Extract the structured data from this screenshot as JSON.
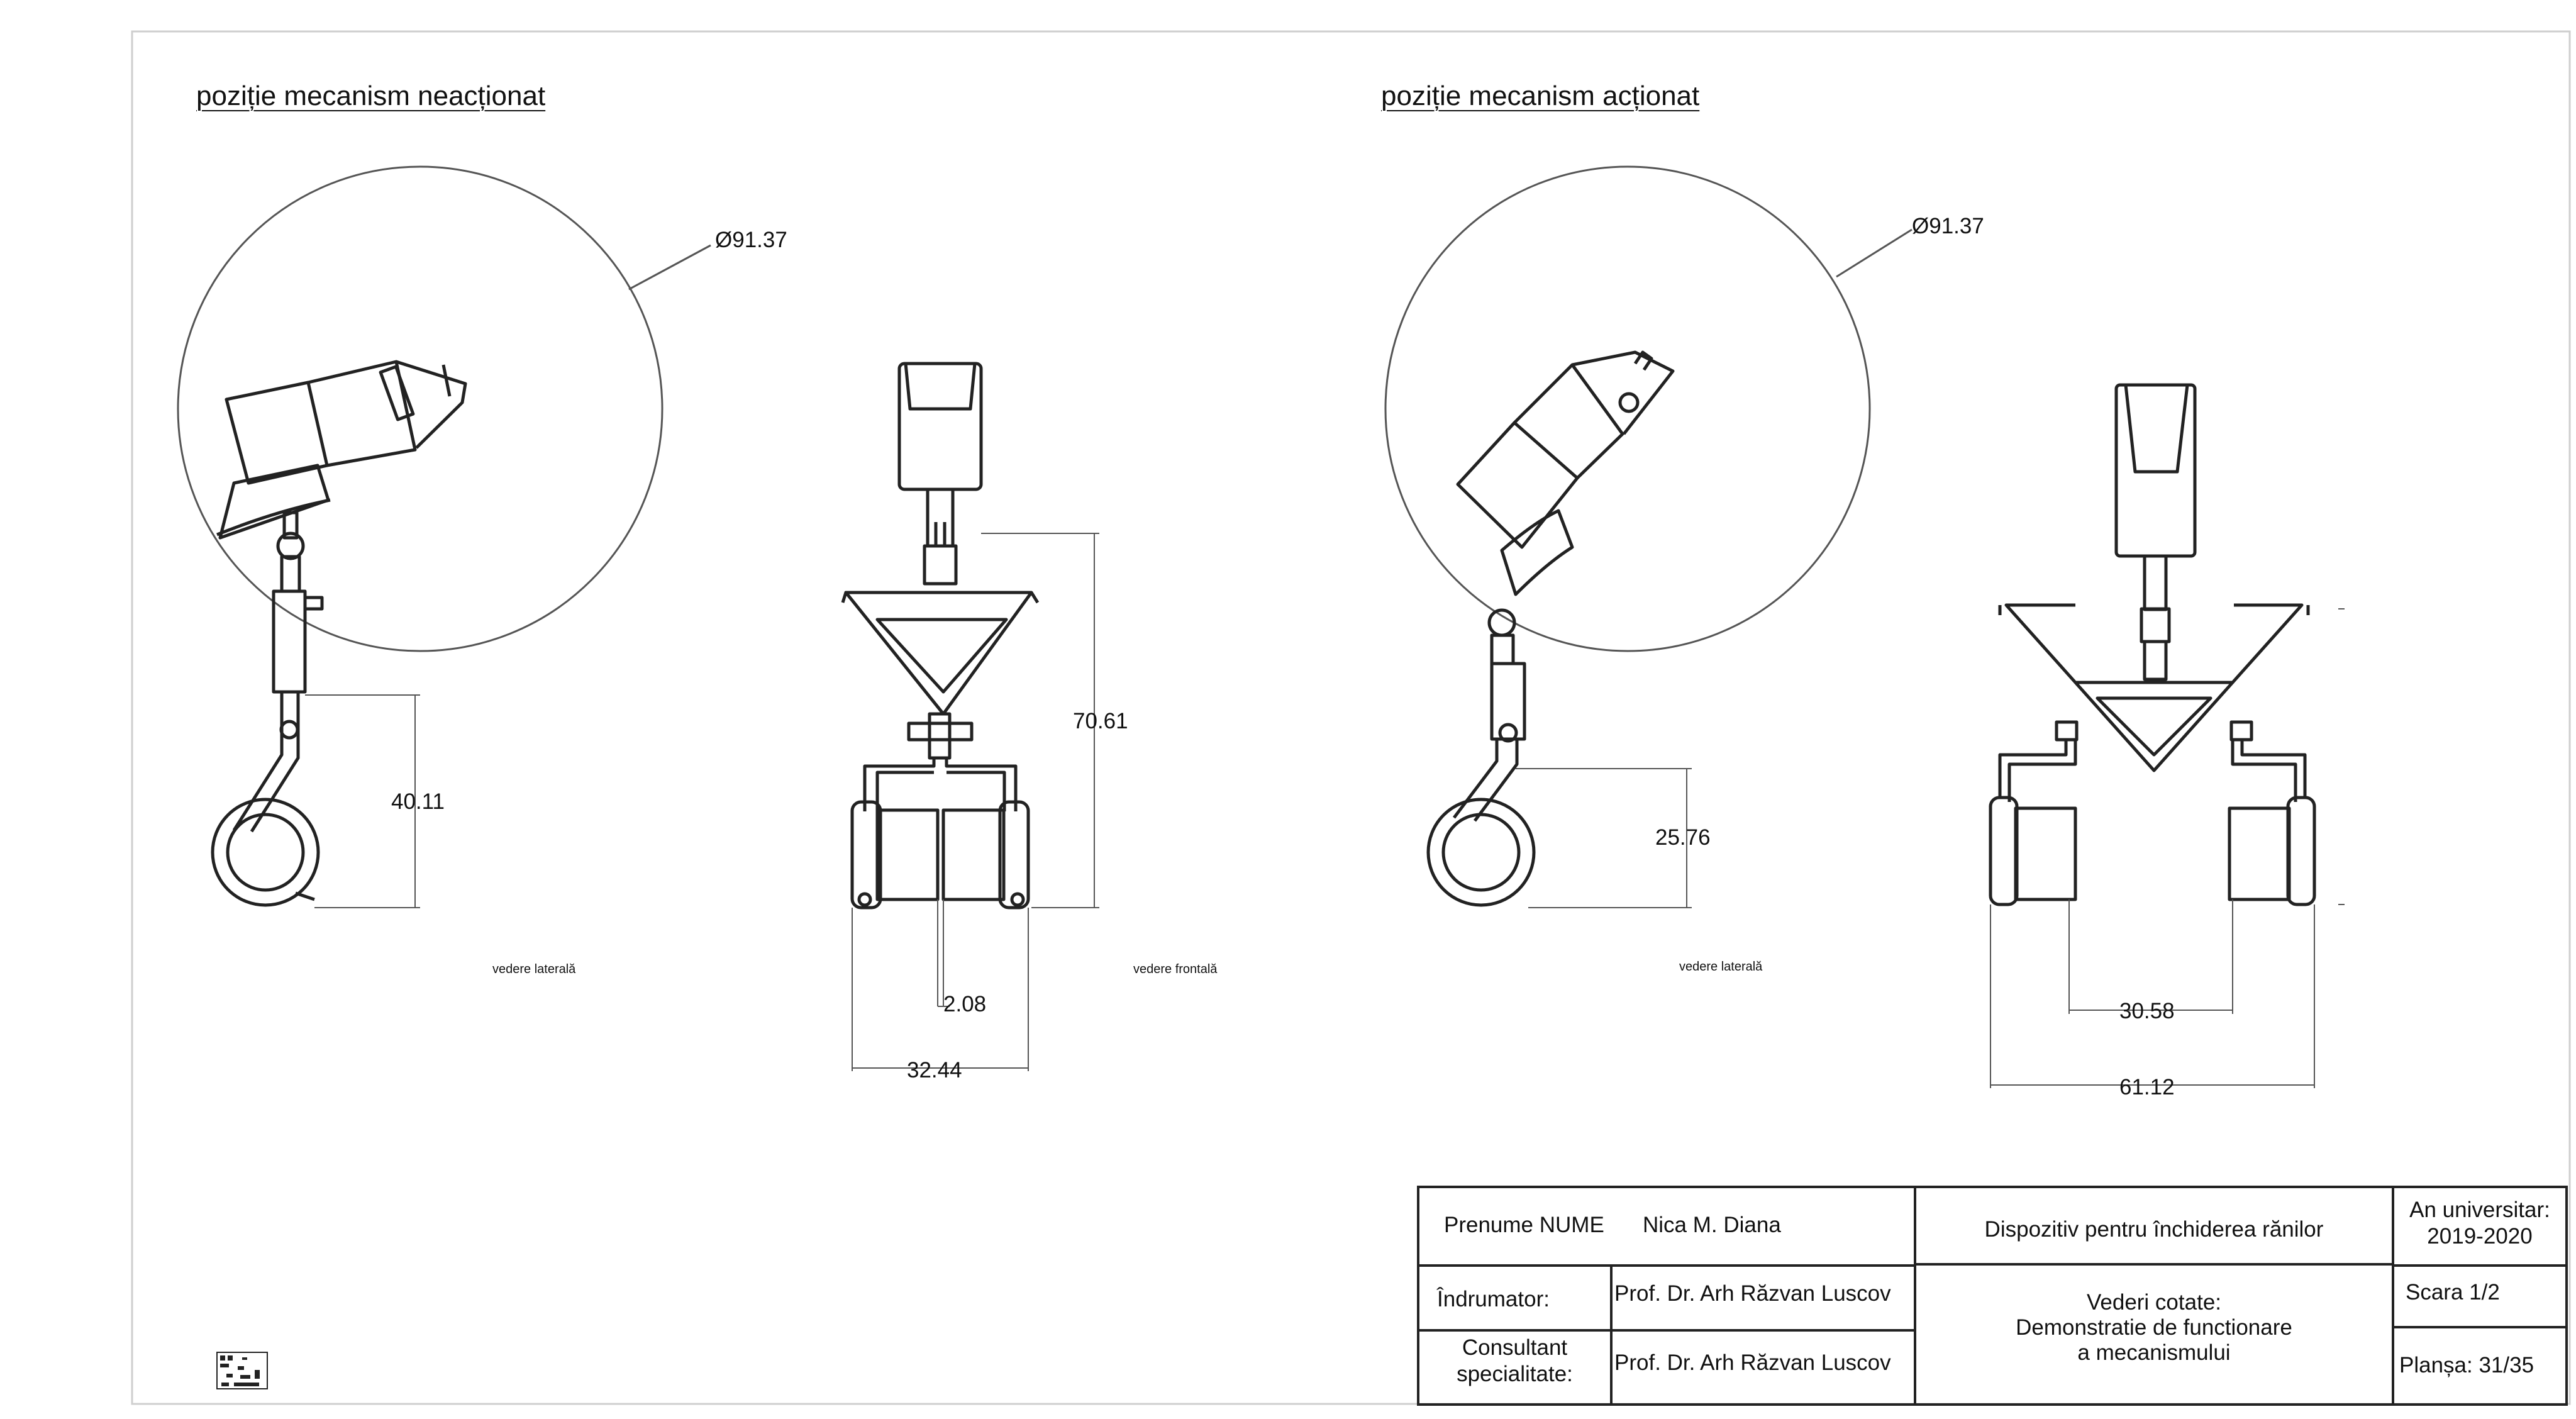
{
  "sheet": {
    "left_view": {
      "heading": "poziție mecanism neacționat",
      "circle_dim": "Ø91.37",
      "side_dim": "40.11",
      "front_height_dim": "70.61",
      "front_gap_dim": "2.08",
      "front_width_dim": "32.44",
      "side_view_label": "vedere laterală",
      "front_view_label": "vedere frontală"
    },
    "right_view": {
      "heading": "poziție mecanism acționat",
      "circle_dim": "Ø91.37",
      "side_dim": "25.76",
      "inner_width_dim": "30.58",
      "outer_width_dim": "61.12",
      "side_view_label": "vedere laterală"
    }
  },
  "title_block": {
    "name_label": "Prenume NUME",
    "name_value": "Nica M. Diana",
    "project_title": "Dispozitiv pentru închiderea rănilor",
    "year_label": "An universitar:",
    "year_value": "2019-2020",
    "advisor_label": "Îndrumator:",
    "advisor_value": "Prof. Dr. Arh Răzvan Luscov",
    "consultant_label_1": "Consultant",
    "consultant_label_2": "specialitate:",
    "consultant_value": "Prof. Dr. Arh Răzvan Luscov",
    "content_line_1": "Vederi cotate:",
    "content_line_2": "Demonstratie de functionare",
    "content_line_3": "a mecanismului",
    "scale": "Scara 1/2",
    "sheet_number": "Planșa: 31/35"
  },
  "colors": {
    "line": "#222222",
    "thin": "#555555",
    "paper": "#ffffff"
  },
  "icons": {
    "corner_mark": "qr-code-icon"
  }
}
